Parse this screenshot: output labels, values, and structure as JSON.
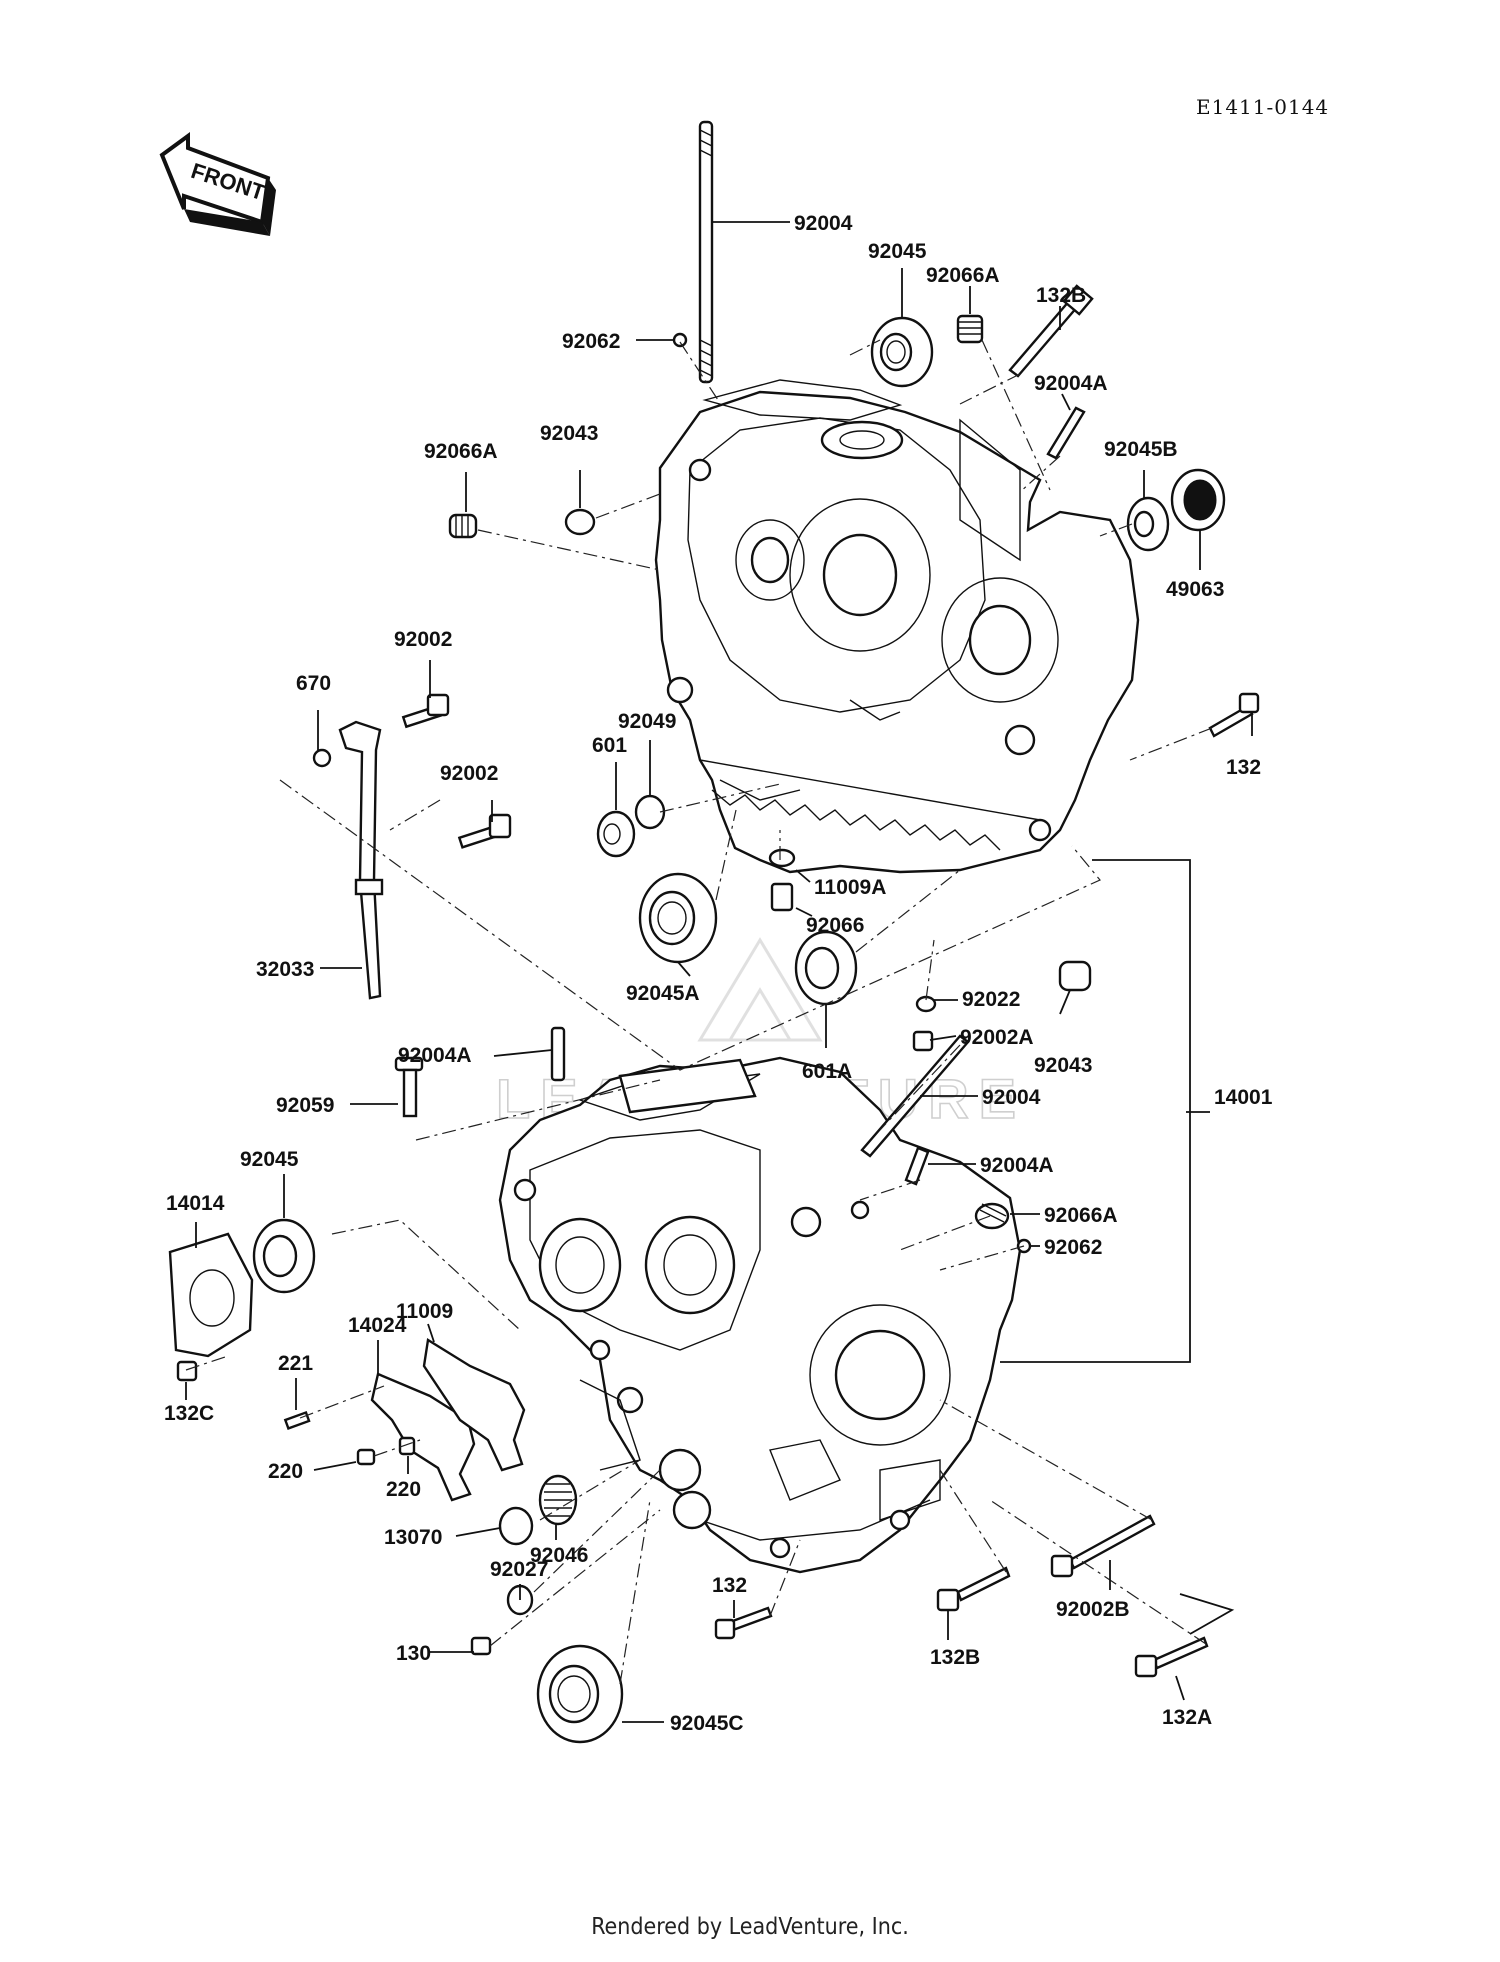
{
  "document_code": "E1411-0144",
  "front_badge": "FRONT",
  "watermark": "LEADVENTURE",
  "footer": "Rendered by LeadVenture, Inc.",
  "labels": {
    "p92004_top": "92004",
    "p92045_top": "92045",
    "p92066A_top": "92066A",
    "p132B_top": "132B",
    "p92062_top": "92062",
    "p92004A_top": "92004A",
    "p92066A_left": "92066A",
    "p92043_top": "92043",
    "p92045B": "92045B",
    "p49063": "49063",
    "p92002_a": "92002",
    "p670": "670",
    "p92049": "92049",
    "p601": "601",
    "p92002_b": "92002",
    "p132_right": "132",
    "p11009A": "11009A",
    "p92066": "92066",
    "p32033": "32033",
    "p92022": "92022",
    "p92045A": "92045A",
    "p92002A": "92002A",
    "p92043_bottom": "92043",
    "p601A": "601A",
    "p92004A_mid": "92004A",
    "p92059": "92059",
    "p92004_mid": "92004",
    "p14001": "14001",
    "p92004A_lower": "92004A",
    "p92045_lower": "92045",
    "p14014": "14014",
    "p92066A_lower": "92066A",
    "p92062_lower": "92062",
    "p11009": "11009",
    "p14024": "14024",
    "p221": "221",
    "p132C": "132C",
    "p220_a": "220",
    "p220_b": "220",
    "p13070": "13070",
    "p92046": "92046",
    "p92027": "92027",
    "p132_bottom": "132",
    "p92002B": "92002B",
    "p132B_bottom": "132B",
    "p130": "130",
    "p92045C": "92045C",
    "p132A": "132A"
  }
}
